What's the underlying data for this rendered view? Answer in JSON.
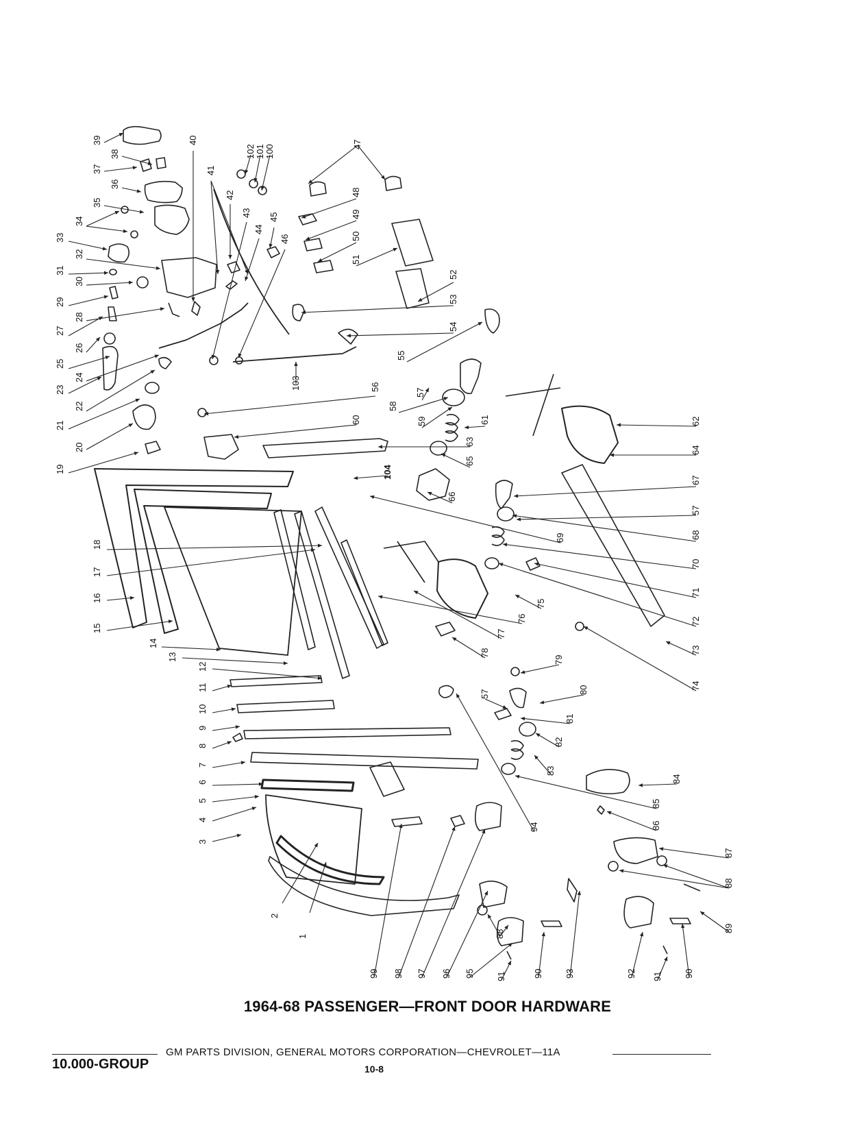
{
  "title": "1964-68 PASSENGER—FRONT DOOR HARDWARE",
  "footer": {
    "publisher": "GM PARTS DIVISION, GENERAL MOTORS CORPORATION—CHEVROLET—11A",
    "group": "10.000-GROUP",
    "page": "10-8"
  },
  "callouts": [
    "1",
    "2",
    "3",
    "4",
    "5",
    "6",
    "7",
    "8",
    "9",
    "10",
    "11",
    "12",
    "13",
    "14",
    "15",
    "16",
    "17",
    "18",
    "19",
    "20",
    "21",
    "22",
    "23",
    "24",
    "25",
    "26",
    "27",
    "28",
    "29",
    "30",
    "31",
    "32",
    "33",
    "34",
    "35",
    "36",
    "37",
    "38",
    "39",
    "40",
    "41",
    "42",
    "43",
    "44",
    "45",
    "46",
    "47",
    "48",
    "49",
    "50",
    "51",
    "52",
    "53",
    "54",
    "55",
    "56",
    "57",
    "58",
    "59",
    "60",
    "61",
    "62",
    "63",
    "64",
    "65",
    "66",
    "67",
    "57",
    "68",
    "69",
    "70",
    "71",
    "72",
    "73",
    "74",
    "75",
    "76",
    "77",
    "78",
    "79",
    "57",
    "80",
    "81",
    "82",
    "83",
    "84",
    "85",
    "86",
    "87",
    "88",
    "89",
    "88",
    "90",
    "91",
    "92",
    "93",
    "94",
    "95",
    "96",
    "97",
    "98",
    "99",
    "90",
    "91",
    "100",
    "101",
    "102",
    "103",
    "104"
  ]
}
